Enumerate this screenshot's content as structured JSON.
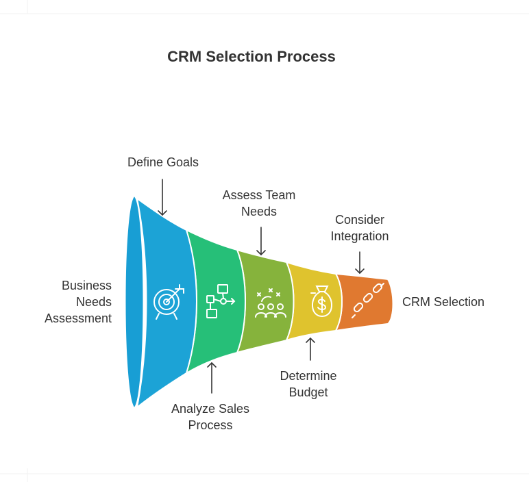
{
  "diagram": {
    "title": "CRM Selection Process",
    "stages": [
      {
        "label": "Business Needs Assessment",
        "color": "#189ed4",
        "icon": "target-icon"
      },
      {
        "label": "Define Goals",
        "color": "#1ca3d6",
        "icon": "target-icon"
      },
      {
        "label": "Analyze Sales Process",
        "color": "#26bf78",
        "icon": "flowchart-icon"
      },
      {
        "label": "Assess Team Needs",
        "color": "#86b33c",
        "icon": "team-icon"
      },
      {
        "label": "Determine Budget",
        "color": "#dfc32e",
        "icon": "money-bag-icon"
      },
      {
        "label": "Consider Integration",
        "color": "#e07930",
        "icon": "chain-link-icon"
      },
      {
        "label": "CRM Selection"
      }
    ],
    "label_lines": {
      "business_needs": [
        "Business",
        "Needs",
        "Assessment"
      ],
      "define_goals": [
        "Define Goals"
      ],
      "analyze_sales": [
        "Analyze Sales",
        "Process"
      ],
      "assess_team": [
        "Assess Team",
        "Needs"
      ],
      "determine_budget": [
        "Determine",
        "Budget"
      ],
      "consider_integration": [
        "Consider",
        "Integration"
      ],
      "crm_selection": [
        "CRM Selection"
      ]
    }
  }
}
